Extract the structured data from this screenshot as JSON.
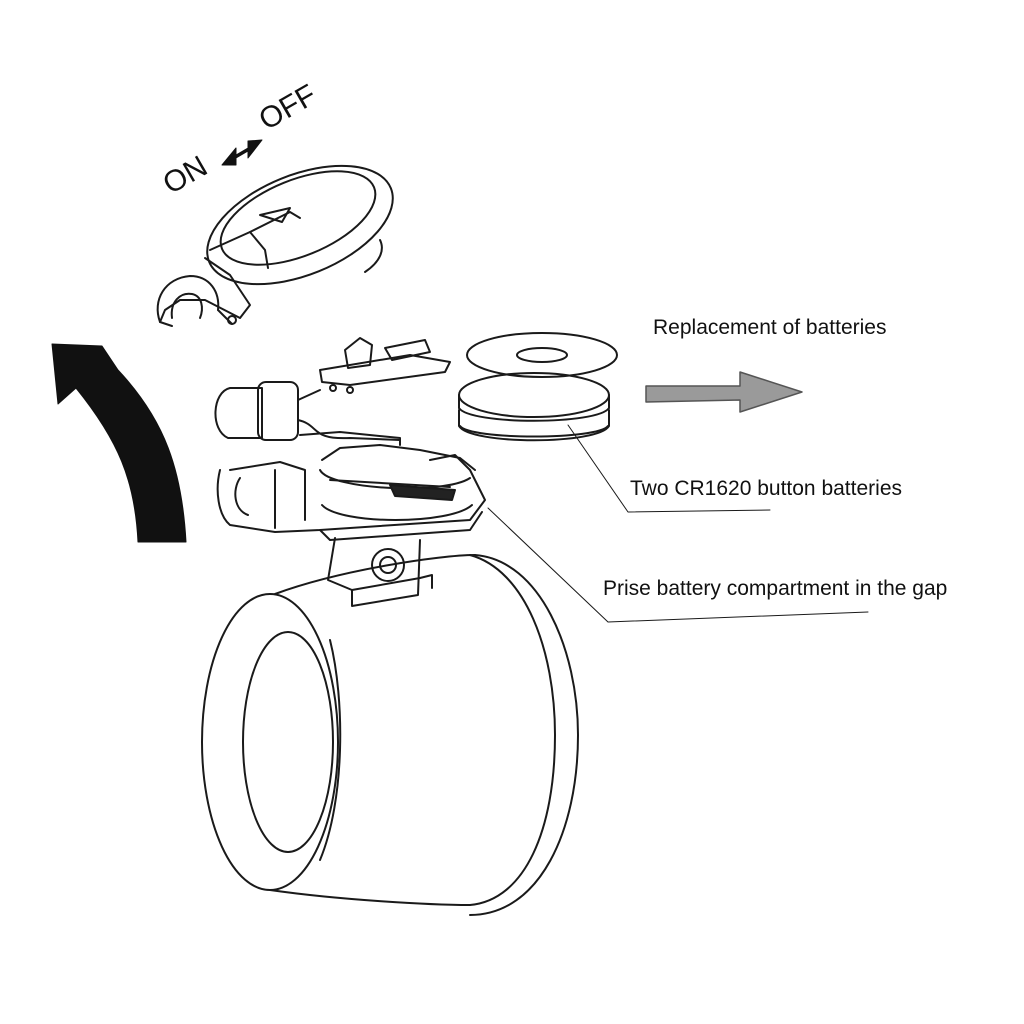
{
  "switch": {
    "on_label": "ON",
    "off_label": "OFF"
  },
  "callouts": {
    "replacement": "Replacement of batteries",
    "batteries": "Two CR1620 button batteries",
    "prise": "Prise battery compartment in the gap"
  },
  "icons": {
    "lift_arrow": "curved-arrow-icon",
    "direction_arrow": "right-arrow-icon",
    "toggle_arrow": "double-arrow-icon"
  },
  "colors": {
    "line": "#1a1a1a",
    "arrow_fill": "#111111",
    "gray_arrow": "#9a9a9a",
    "background": "#ffffff"
  }
}
